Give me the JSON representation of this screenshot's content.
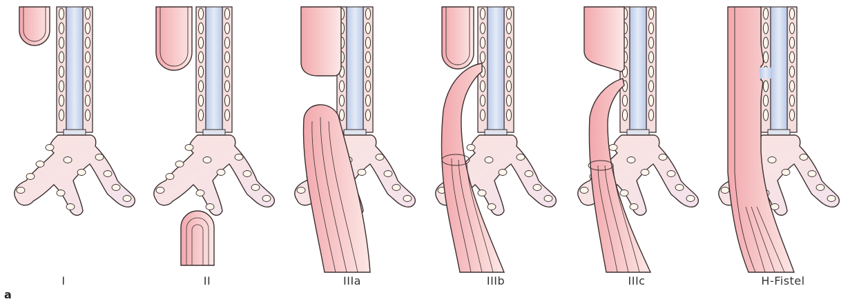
{
  "figure": {
    "panel_labels": [
      "I",
      "II",
      "IIIa",
      "IIIb",
      "IIIc",
      "H-Fistel"
    ],
    "figure_letter": "a",
    "colors": {
      "esophagus_fill": "#f5c9c9",
      "esophagus_stroke": "#5a3a3a",
      "trachea_lumen": "#c9d6ee",
      "trachea_wall": "#f4dede",
      "bronchi_fill": "#fbe6e2",
      "cartilage_fill": "#fdf6ec",
      "outline": "#3a2e2e"
    }
  }
}
